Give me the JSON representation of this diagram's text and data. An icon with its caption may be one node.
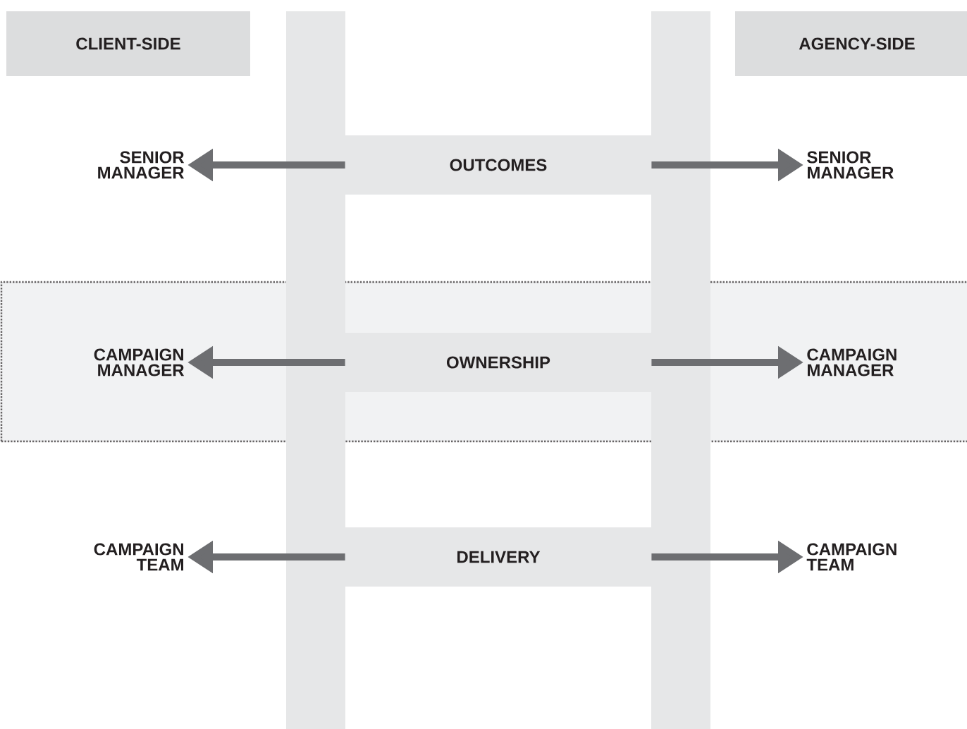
{
  "diagram": {
    "nodes": [
      {
        "text": [
          "CLIENT-SIDE"
        ]
      },
      {
        "text": [
          "AGENCY-SIDE"
        ]
      },
      {
        "text": [
          "SENIOR MANAGER"
        ]
      },
      {
        "text": [
          "OUTCOMES"
        ]
      },
      {
        "text": [
          "SENIOR MANAGER"
        ]
      },
      {
        "text": [
          "CAMPAIGN MANAGER"
        ]
      },
      {
        "text": [
          "OWNERSHIP"
        ]
      },
      {
        "text": [
          "CAMPAIGN MANAGER"
        ]
      },
      {
        "text": [
          "CAMPAIGN TEAM"
        ]
      },
      {
        "text": [
          "DELIVERY"
        ]
      },
      {
        "text": [
          "CAMPAIGN TEAM"
        ]
      }
    ],
    "edges": [
      {
        "from": 3,
        "to": 2,
        "arrow": "to"
      },
      {
        "from": 3,
        "to": 4,
        "arrow": "to"
      },
      {
        "from": 6,
        "to": 5,
        "arrow": "to"
      },
      {
        "from": 6,
        "to": 7,
        "arrow": "to"
      },
      {
        "from": 9,
        "to": 8,
        "arrow": "to"
      },
      {
        "from": 9,
        "to": 10,
        "arrow": "to"
      }
    ]
  }
}
